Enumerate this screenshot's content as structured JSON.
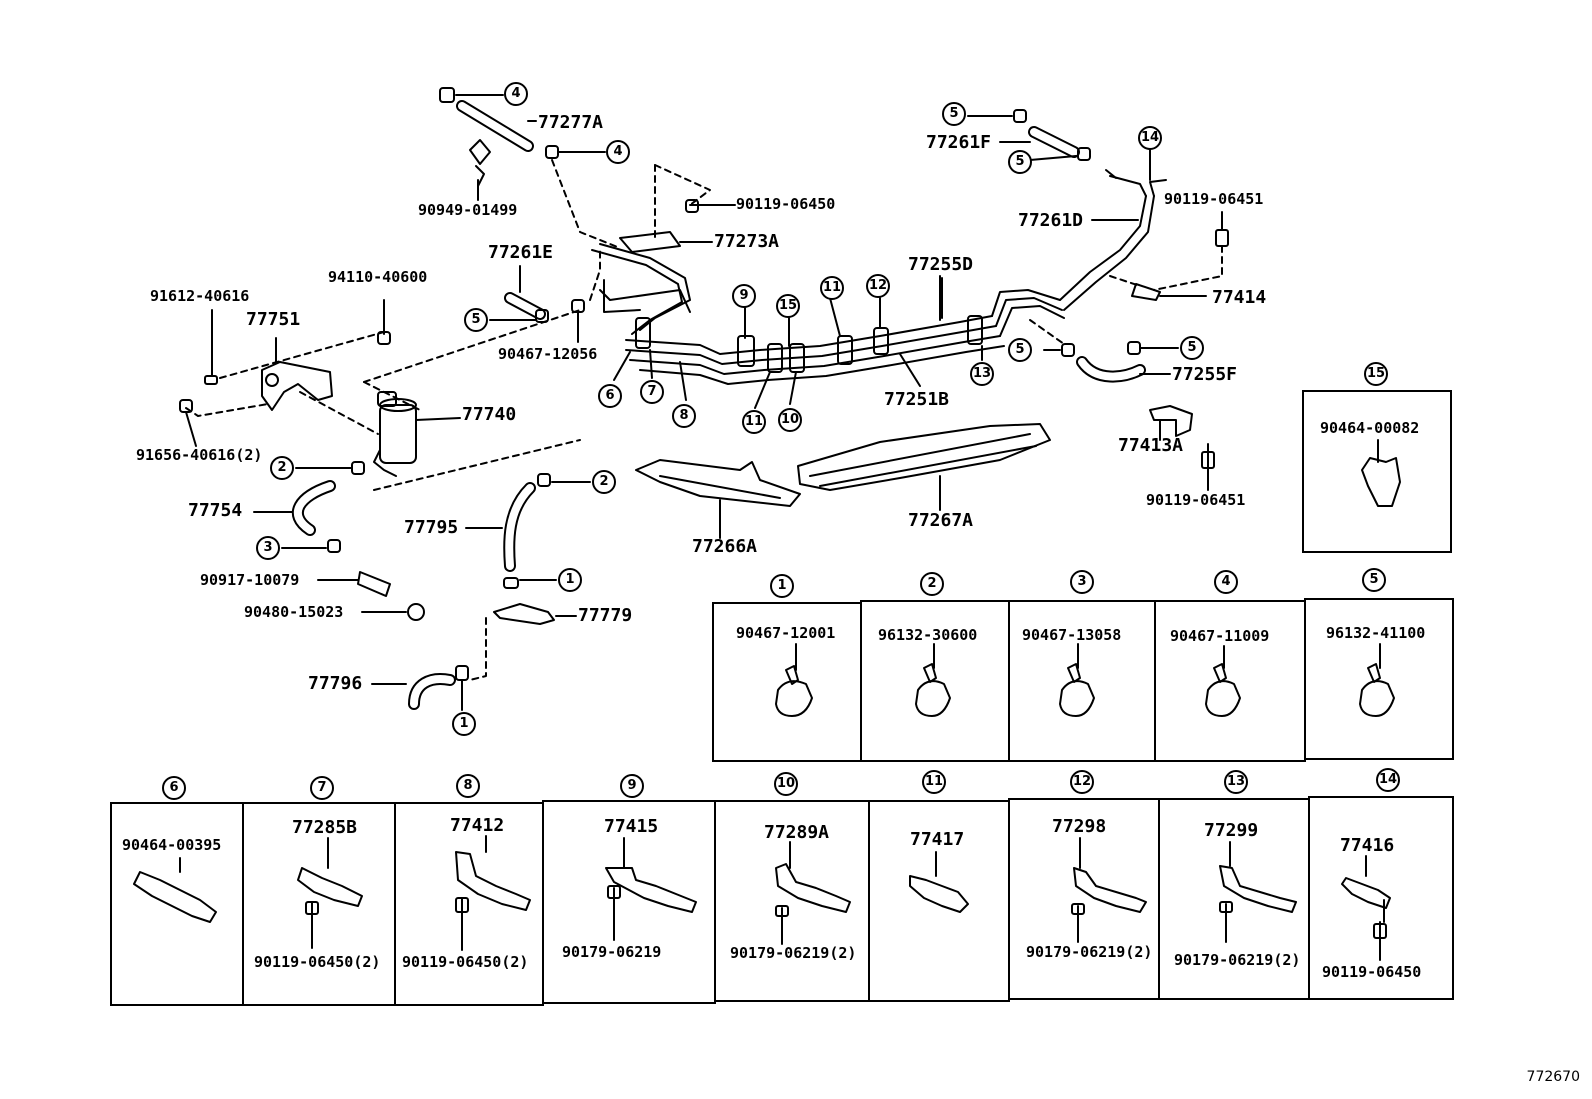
{
  "diagram_code": "772670",
  "parts": {
    "p77277A": "77277A",
    "p90949_01499": "90949-01499",
    "p90119_06450_top": "90119-06450",
    "p77273A": "77273A",
    "p77261E": "77261E",
    "p94110_40600": "94110-40600",
    "p91612_40616": "91612-40616",
    "p77751": "77751",
    "p90467_12056": "90467-12056",
    "p77740": "77740",
    "p91656_40616": "91656-40616(2)",
    "p77754": "77754",
    "p77795": "77795",
    "p90917_10079": "90917-10079",
    "p90480_15023": "90480-15023",
    "p77779": "77779",
    "p77796": "77796",
    "p77266A": "77266A",
    "p77267A": "77267A",
    "p77255D": "77255D",
    "p77251B": "77251B",
    "p77261F": "77261F",
    "p77261D": "77261D",
    "p90119_06451_a": "90119-06451",
    "p77414": "77414",
    "p77255F": "77255F",
    "p77413A": "77413A",
    "p90119_06451_b": "90119-06451"
  },
  "callouts": {
    "c1": "1",
    "c2": "2",
    "c3": "3",
    "c4": "4",
    "c5": "5",
    "c6": "6",
    "c7": "7",
    "c8": "8",
    "c9": "9",
    "c10": "10",
    "c11": "11",
    "c12": "12",
    "c13": "13",
    "c14": "14",
    "c15": "15"
  },
  "detail_boxes": {
    "b1": {
      "num": "1",
      "part": "90467-12001"
    },
    "b2": {
      "num": "2",
      "part": "96132-30600"
    },
    "b3": {
      "num": "3",
      "part": "90467-13058"
    },
    "b4": {
      "num": "4",
      "part": "90467-11009"
    },
    "b5": {
      "num": "5",
      "part": "96132-41100"
    },
    "b15": {
      "num": "15",
      "part": "90464-00082"
    },
    "b6": {
      "num": "6",
      "part": "90464-00395"
    },
    "b7": {
      "num": "7",
      "part": "77285B",
      "bolt": "90119-06450(2)"
    },
    "b8": {
      "num": "8",
      "part": "77412",
      "bolt": "90119-06450(2)"
    },
    "b9": {
      "num": "9",
      "part": "77415",
      "bolt": "90179-06219"
    },
    "b10": {
      "num": "10",
      "part": "77289A",
      "bolt": "90179-06219(2)"
    },
    "b11": {
      "num": "11",
      "part": "77417"
    },
    "b12": {
      "num": "12",
      "part": "77298",
      "bolt": "90179-06219(2)"
    },
    "b13": {
      "num": "13",
      "part": "77299",
      "bolt": "90179-06219(2)"
    },
    "b14": {
      "num": "14",
      "part": "77416",
      "bolt": "90119-06450"
    }
  }
}
